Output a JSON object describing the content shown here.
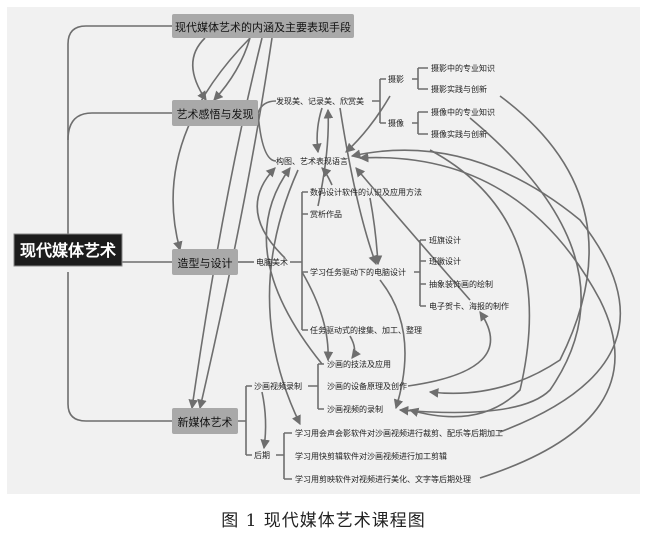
{
  "root": {
    "label": "现代媒体艺术"
  },
  "branches": {
    "meaning": "现代媒体艺术的内涵及主要表现手段",
    "perception": "艺术感悟与发现",
    "design": "造型与设计",
    "newmedia": "新媒体艺术"
  },
  "nodes": {
    "discover": "发现美、记录美、欣赏美",
    "photo": "摄影",
    "photo_knowledge": "摄影中的专业知识",
    "photo_practice": "摄影实践与创新",
    "video": "摄像",
    "video_knowledge": "摄像中的专业知识",
    "video_practice": "摄像实践与创新",
    "composition": "构图、艺术表现语言",
    "computer_art": "电脑美术",
    "digital_software": "数码设计软件的认识及应用方法",
    "appreciate": "赏析作品",
    "task_design": "学习任务驱动下的电脑设计",
    "banner": "班旗设计",
    "badge": "班徽设计",
    "abstract_decor": "抽象装饰画的绘制",
    "ecard": "电子贺卡、海报的制作",
    "material_edit": "任务驱动式的搜集、加工、整理",
    "sand_record": "沙画视频录制",
    "sand_technique": "沙画的技法及应用",
    "sand_device": "沙画的设备原理及创作",
    "sand_recording": "沙画视频的录制",
    "post": "后期",
    "post_1": "学习用会声会影软件对沙画视频进行裁剪、配乐等后期加工",
    "post_2": "学习用快剪辑软件对沙画视频进行加工剪辑",
    "post_3": "学习用剪映软件对视频进行美化、文字等后期处理"
  },
  "caption": "图 1  现代媒体艺术课程图",
  "colors": {
    "background": "#ffffff",
    "panel": "#f1f1f1",
    "root_fill": "#1c1c1c",
    "branch_fill": "#a9a9a9",
    "line": "#6e6e6e"
  }
}
